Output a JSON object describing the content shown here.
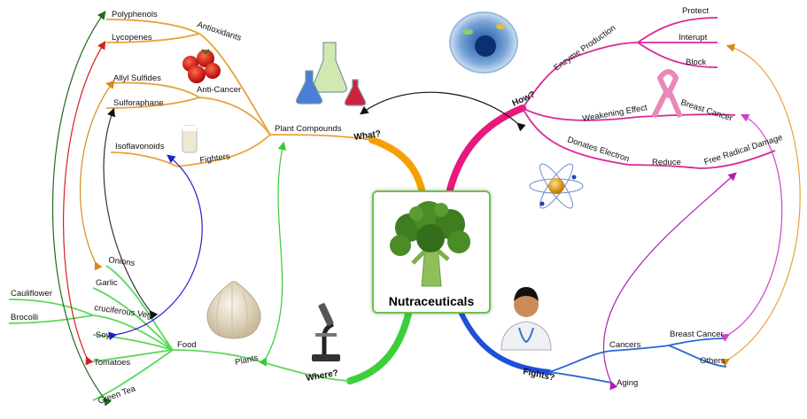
{
  "center": {
    "title": "Nutraceuticals"
  },
  "what": {
    "label": "What?",
    "plant_compounds": "Plant Compounds",
    "antioxidants": "Antioxidants",
    "polyphenols": "Polyphenols",
    "lycopenes": "Lycopenes",
    "anti_cancer": "Anti-Cancer",
    "allyl_sulfides": "Allyl Sulfides",
    "sulforaphane": "Sulforaphane",
    "fighters": "Fighters",
    "isoflavonoids": "Isoflavonoids"
  },
  "how": {
    "label": "How?",
    "enzyme_production": "Enzyme Production",
    "protect": "Protect",
    "interupt": "Interupt",
    "block": "Block",
    "weakening_effect": "Weakening Effect",
    "breast_cancer": "Breast Cancer",
    "donates_electron": "Donates Electron",
    "reduce": "Reduce",
    "free_radical_damage": "Free Radical Damage"
  },
  "where": {
    "label": "Where?",
    "plants": "Plants",
    "food": "Food",
    "onions": "Onions",
    "garlic": "Garlic",
    "cruciferous_veg": "cruciferous Veg",
    "cauliflower": "Cauliflower",
    "brocolli": "Brocolli",
    "soy": "Soy",
    "tomatoes": "Tomatoes",
    "green_tea": "Green Tea"
  },
  "fights": {
    "label": "Fights?",
    "cancers": "Cancers",
    "breast_cancer": "Breast Cancer",
    "others": "Others",
    "aging": "Aging"
  },
  "colors": {
    "what": "#f5a000",
    "how": "#e8197d",
    "where": "#3ccf3c",
    "fights": "#1f4fd8",
    "branch_orange": "#e8a23c",
    "branch_pink": "#d9299a",
    "branch_green": "#5ad85a",
    "branch_blue": "#2b64d8"
  }
}
